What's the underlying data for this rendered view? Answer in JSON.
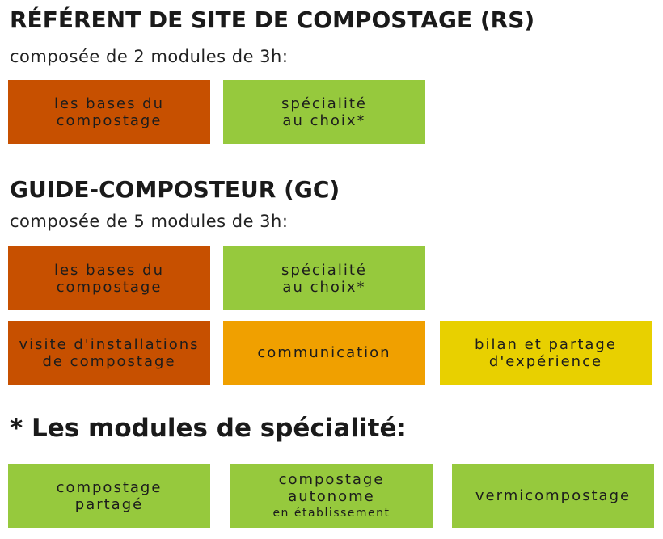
{
  "rs": {
    "title": "RÉFÉRENT DE SITE DE COMPOSTAGE (RS)",
    "subtitle": "composée de 2 modules de 3h:",
    "modules": [
      {
        "line1": "les bases du",
        "line2": "compostage"
      },
      {
        "line1": "spécialité",
        "line2": "au choix*"
      }
    ]
  },
  "gc": {
    "title": "GUIDE-COMPOSTEUR (GC)",
    "subtitle": "composée de 5 modules de 3h:",
    "modules": [
      {
        "line1": "les bases du",
        "line2": "compostage"
      },
      {
        "line1": "spécialité",
        "line2": "au choix*"
      },
      {
        "line1": "visite d'installations",
        "line2": "de compostage"
      },
      {
        "line1": "communication"
      },
      {
        "line1": "bilan et partage",
        "line2": "d'expérience"
      }
    ]
  },
  "specialites": {
    "title": "* Les modules de spécialité:",
    "modules": [
      {
        "line1": "compostage",
        "line2": "partagé"
      },
      {
        "line1": "compostage",
        "line2": "autonome",
        "line3": "en établissement"
      },
      {
        "line1": "vermicompostage"
      }
    ]
  },
  "colors": {
    "rust": "#c75000",
    "green": "#96c93d",
    "orange": "#f0a000",
    "yellow": "#e8d000"
  }
}
